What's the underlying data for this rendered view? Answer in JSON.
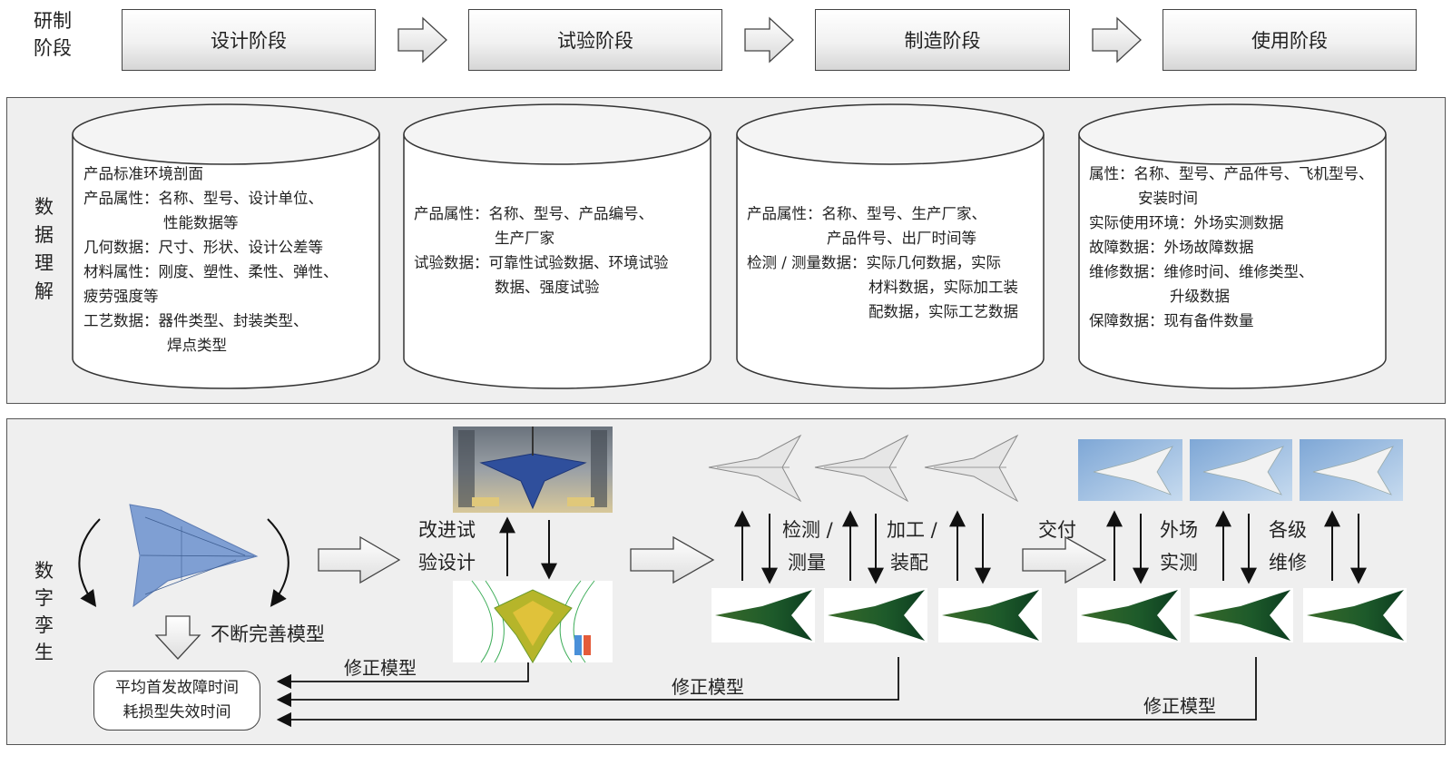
{
  "stage_header": {
    "label_line1": "研制",
    "label_line2": "阶段"
  },
  "stages": [
    "设计阶段",
    "试验阶段",
    "制造阶段",
    "使用阶段"
  ],
  "data_row": {
    "label": [
      "数",
      "据",
      "理",
      "解"
    ],
    "design": {
      "line1": "产品标准环境剖面",
      "line2": "产品属性：名称、型号、设计单位、",
      "line3": "性能数据等",
      "line4": "几何数据：尺寸、形状、设计公差等",
      "line5": "材料属性：刚度、塑性、柔性、弹性、",
      "line6": "疲劳强度等",
      "line7": "工艺数据：器件类型、封装类型、",
      "line8": "焊点类型"
    },
    "test": {
      "line1": "产品属性：名称、型号、产品编号、",
      "line2": "生产厂家",
      "line3": "试验数据：可靠性试验数据、环境试验",
      "line4": "数据、强度试验"
    },
    "manufacture": {
      "line1": "产品属性：名称、型号、生产厂家、",
      "line2": "产品件号、出厂时间等",
      "line3": "检测 / 测量数据：实际几何数据，实际",
      "line4": "材料数据，实际加工装",
      "line5": "配数据，实际工艺数据"
    },
    "usage": {
      "line1": "属性：名称、型号、产品件号、飞机型号、",
      "line2": "安装时间",
      "line3": "实际使用环境：外场实测数据",
      "line4": "故障数据：外场故障数据",
      "line5": "维修数据：维修时间、维修类型、",
      "line6": "升级数据",
      "line7": "保障数据：现有备件数量"
    }
  },
  "twin_row": {
    "label": [
      "数",
      "字",
      "孪",
      "生"
    ],
    "improve_model": "不断完善模型",
    "improve_test": [
      "改进试",
      "验设计"
    ],
    "inspect": [
      "检测 /",
      "测量"
    ],
    "assemble": [
      "加工 /",
      "装配"
    ],
    "deliver": "交付",
    "field": [
      "外场",
      "实测"
    ],
    "maintain": [
      "各级",
      "维修"
    ],
    "fix_model_1": "修正模型",
    "fix_model_2": "修正模型",
    "fix_model_3": "修正模型",
    "mttf": "平均首发故障时间",
    "wearout": "耗损型失效时间"
  }
}
